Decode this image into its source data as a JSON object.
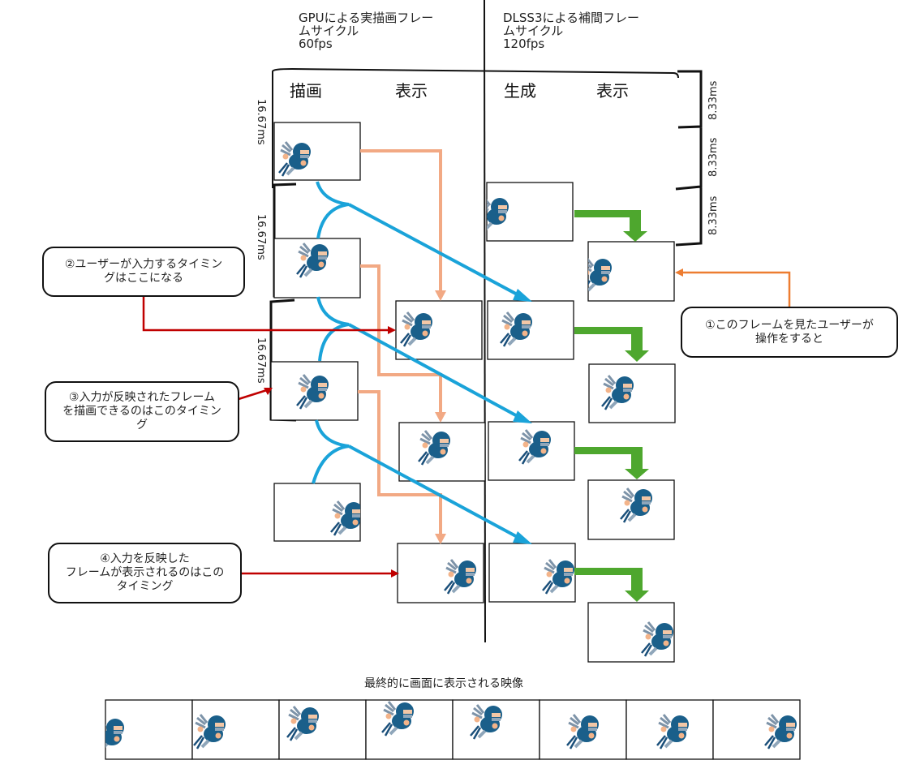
{
  "headers": {
    "gpu": "GPUによる実描画フレー\nムサイクル\n60fps",
    "dlss": "DLSS3による補間フレー\nムサイクル\n120fps"
  },
  "columns": {
    "draw": "描画",
    "display_gpu": "表示",
    "generate": "生成",
    "display_dlss": "表示"
  },
  "interval_labels": {
    "gpu": [
      "16.67ms",
      "16.67ms",
      "16.67ms"
    ],
    "dlss": [
      "8.33ms",
      "8.33ms",
      "8.33ms"
    ]
  },
  "callouts": {
    "c1": "①このフレームを見たユーザーが\n操作をすると",
    "c2": "②ユーザーが入力するタイミン\nグはここになる",
    "c3": "③入力が反映されたフレーム\nを描画できるのはこのタイミン\nグ",
    "c4": "④入力を反映した\nフレームが表示されるのはこの\nタイミング"
  },
  "final_caption": "最終的に画面に表示される映像",
  "final_strip_count": 8,
  "colors": {
    "gpu_display_arrow": "#f2a984",
    "interp_arrow": "#1aa3d9",
    "dlss_display_arrow": "#4ea72e",
    "user_arrow": "#ed7d31",
    "callout_arrow": "#c00000",
    "ninja": "#1a5f8a"
  }
}
